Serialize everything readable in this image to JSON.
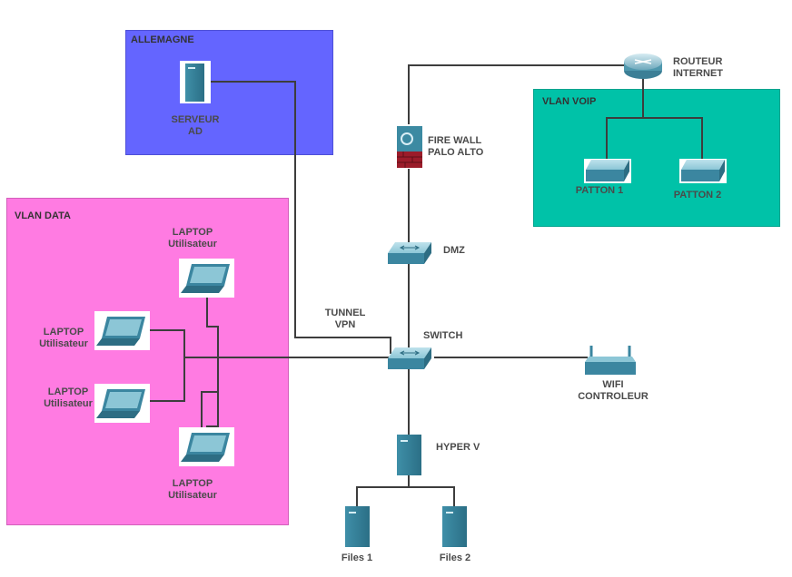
{
  "zones": {
    "allemagne": {
      "title": "ALLEMAGNE",
      "color": "#6465ff"
    },
    "vlan_data": {
      "title": "VLAN DATA",
      "color": "#ff7be2"
    },
    "vlan_voip": {
      "title": "VLAN VOIP",
      "color": "#00c2a8"
    }
  },
  "nodes": {
    "serveur_ad": [
      "SERVEUR",
      "AD"
    ],
    "routeur": [
      "ROUTEUR",
      "INTERNET"
    ],
    "firewall": [
      "FIRE WALL",
      "PALO ALTO"
    ],
    "patton1": "PATTON 1",
    "patton2": "PATTON 2",
    "dmz": "DMZ",
    "tunnel": [
      "TUNNEL",
      "VPN"
    ],
    "switch": "SWITCH",
    "wifi": [
      "WIFI",
      "CONTROLEUR"
    ],
    "hyperv": "HYPER V",
    "files1": "Files 1",
    "files2": "Files 2",
    "laptop_top": [
      "LAPTOP",
      "Utilisateur"
    ],
    "laptop_left1": [
      "LAPTOP",
      "Utilisateur"
    ],
    "laptop_left2": [
      "LAPTOP",
      "Utilisateur"
    ],
    "laptop_bottom": [
      "LAPTOP",
      "Utilisateur"
    ]
  }
}
